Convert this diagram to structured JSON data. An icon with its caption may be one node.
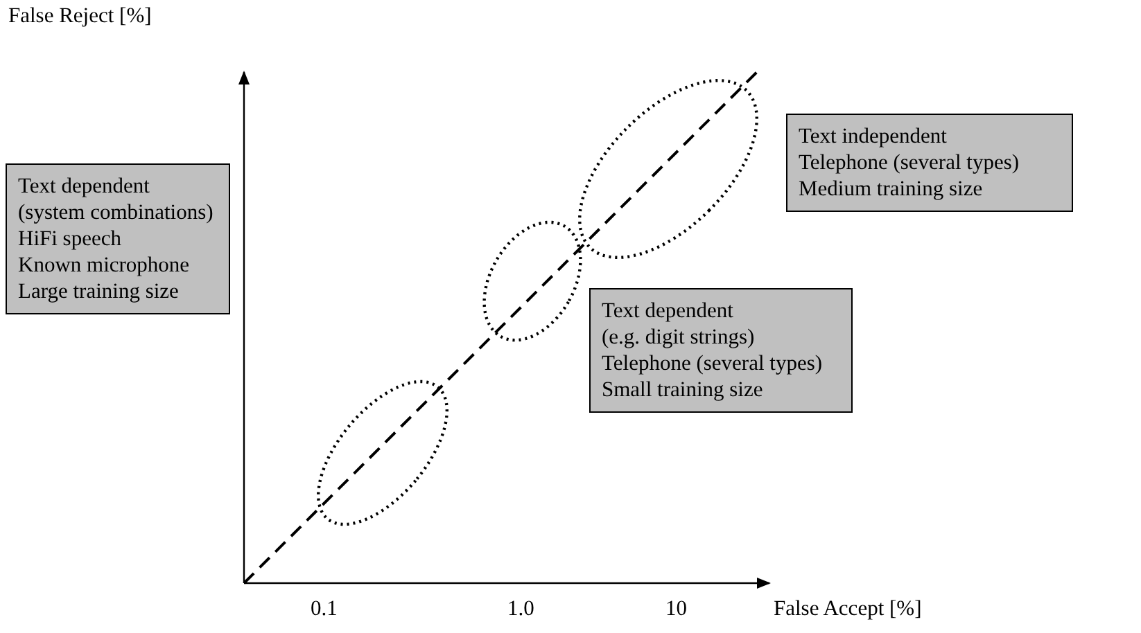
{
  "diagram": {
    "nodes": [
      {
        "text": [
          "Text dependent",
          "(system combinations)",
          "HiFi speech",
          "Known microphone",
          "Large training size"
        ]
      },
      {
        "text": [
          "Text dependent",
          "(e.g. digit strings)",
          "Telephone (several types)",
          "Small training size"
        ]
      },
      {
        "text": [
          "Text independent",
          "Telephone (several types)",
          "Medium training size"
        ]
      },
      {
        "text": [],
        "shape": "ellipse"
      },
      {
        "text": [],
        "shape": "ellipse"
      },
      {
        "text": [],
        "shape": "ellipse"
      }
    ],
    "edges": [],
    "labels": [
      "False Reject [%]",
      "0.1",
      "1.0",
      "10",
      "False Accept [%]"
    ]
  }
}
